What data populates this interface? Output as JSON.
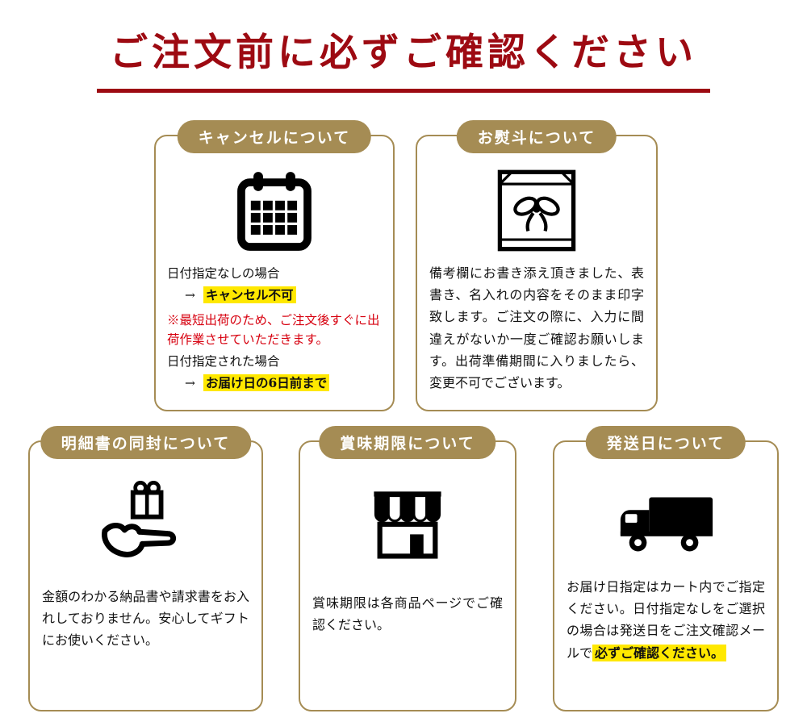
{
  "page": {
    "title": "ご注文前に必ずご確認ください"
  },
  "colors": {
    "accent_red": "#9d0a12",
    "gold_border": "#a58c54",
    "highlight_yellow": "#ffe800",
    "warning_red": "#d7000f"
  },
  "cards": {
    "cancel": {
      "header": "キャンセルについて",
      "icon": "calendar-icon",
      "line1": "日付指定なしの場合",
      "arrow1": "→",
      "highlight1": "キャンセル不可",
      "warning": "※最短出荷のため、ご注文後すぐに出荷作業させていただきます。",
      "line2": "日付指定された場合",
      "arrow2": "→",
      "highlight2": "お届け日の6日前まで"
    },
    "noshi": {
      "header": "お熨斗について",
      "icon": "noshi-gift-icon",
      "body": "備考欄にお書き添え頂きました、表書き、名入れの内容をそのまま印字致します。ご注文の際に、入力に間違えがないか一度ご確認お願いします。出荷準備期間に入りましたら、変更不可でございます。"
    },
    "invoice": {
      "header": "明細書の同封について",
      "icon": "hand-gift-icon",
      "body": "金額のわかる納品書や請求書をお入れしておりません。安心してギフトにお使いください。"
    },
    "expiry": {
      "header": "賞味期限について",
      "icon": "storefront-icon",
      "body": "賞味期限は各商品ページでご確認ください。"
    },
    "shipping": {
      "header": "発送日について",
      "icon": "truck-icon",
      "body_start": "お届け日指定はカート内でご指定ください。日付指定なしをご選択の場合は発送日をご注文確認メールで",
      "body_highlight": "必ずご確認ください。"
    }
  }
}
